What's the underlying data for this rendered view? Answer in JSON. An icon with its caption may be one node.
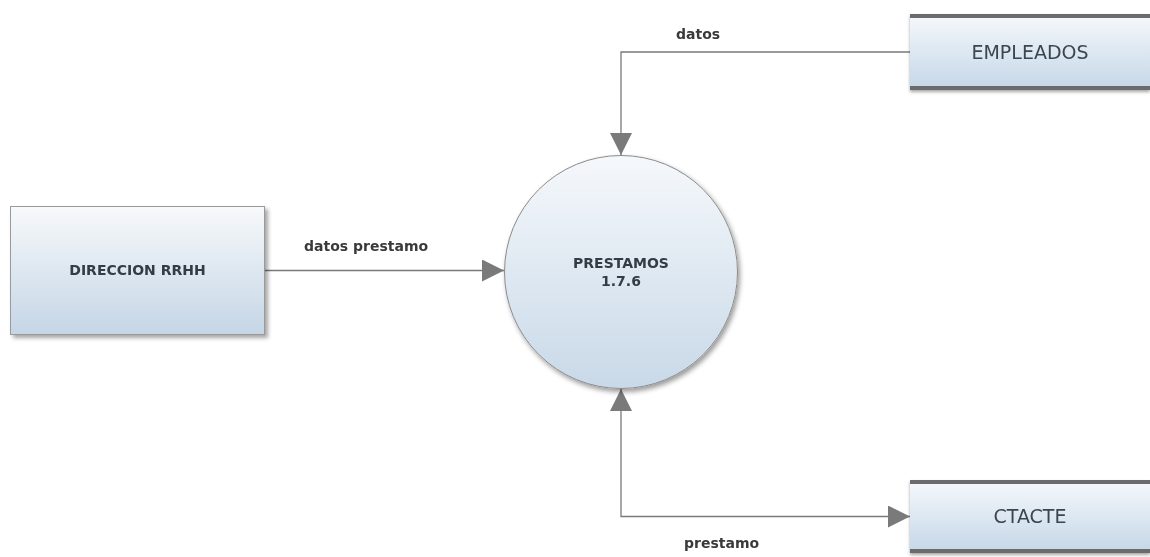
{
  "diagram": {
    "nodes": [
      {
        "text": [
          "EMPLEADOS"
        ]
      },
      {
        "text": [
          "DIRECCION RRHH"
        ]
      },
      {
        "text": [
          "PRESTAMOS",
          "1.7.6"
        ]
      },
      {
        "text": [
          "CTACTE"
        ]
      }
    ],
    "edges": [
      {
        "from": 0,
        "to": 2,
        "arrow": "to",
        "label": "datos"
      },
      {
        "from": 1,
        "to": 2,
        "arrow": "to",
        "label": "datos prestamo"
      },
      {
        "from": 2,
        "to": 3,
        "arrow": "both",
        "label": "prestamo"
      }
    ]
  }
}
